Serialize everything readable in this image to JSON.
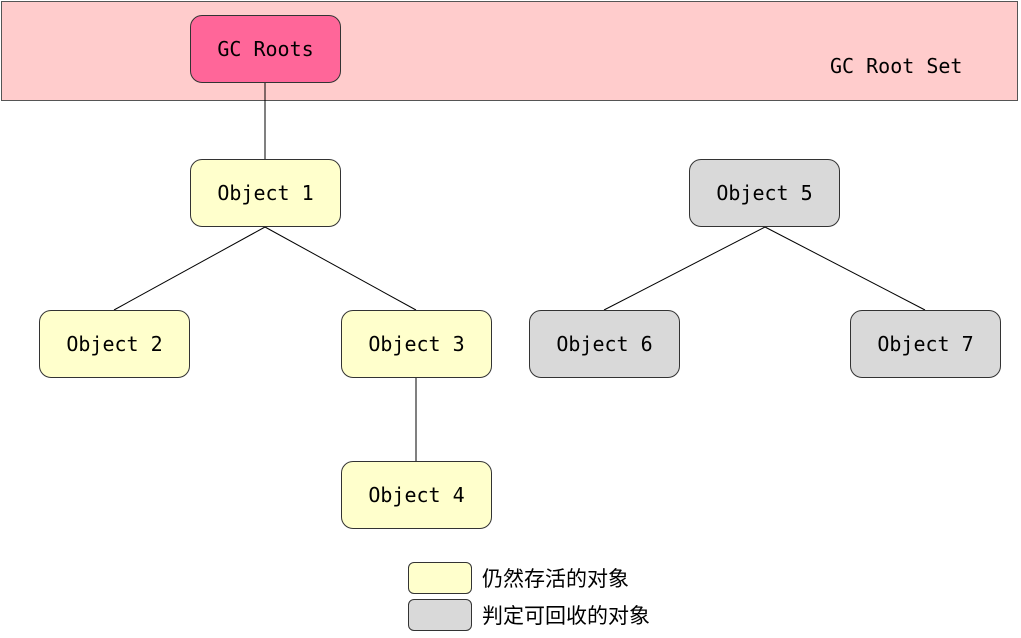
{
  "root_set": {
    "label": "GC Root Set"
  },
  "nodes": {
    "gc_roots": "GC Roots",
    "object1": "Object 1",
    "object2": "Object 2",
    "object3": "Object 3",
    "object4": "Object 4",
    "object5": "Object 5",
    "object6": "Object 6",
    "object7": "Object 7"
  },
  "legend": {
    "alive": "仍然存活的对象",
    "collectable": "判定可回收的对象"
  },
  "colors": {
    "root_set_fill": "#ffcccc",
    "gc_roots_fill": "#ff6699",
    "alive_fill": "#ffffcc",
    "collectable_fill": "#d9d9d9"
  }
}
